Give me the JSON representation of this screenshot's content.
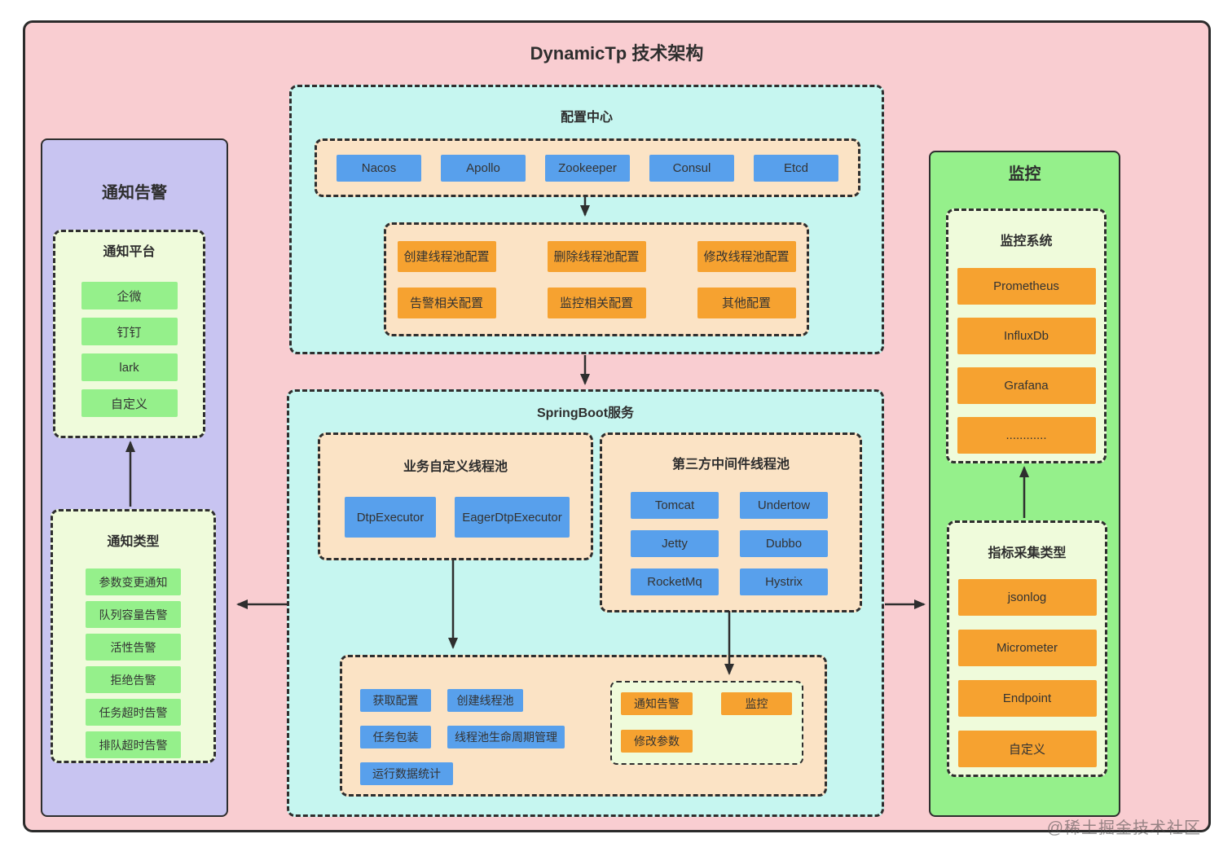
{
  "diagram": {
    "title": "DynamicTp 技术架构",
    "watermark": "@稀土掘金技术社区"
  },
  "notify_panel": {
    "title": "通知告警",
    "platforms": {
      "title": "通知平台",
      "items": [
        "企微",
        "钉钉",
        "lark",
        "自定义"
      ]
    },
    "types": {
      "title": "通知类型",
      "items": [
        "参数变更通知",
        "队列容量告警",
        "活性告警",
        "拒绝告警",
        "任务超时告警",
        "排队超时告警"
      ]
    }
  },
  "config_center": {
    "title": "配置中心",
    "registries": [
      "Nacos",
      "Apollo",
      "Zookeeper",
      "Consul",
      "Etcd"
    ],
    "operations": [
      "创建线程池配置",
      "删除线程池配置",
      "修改线程池配置",
      "告警相关配置",
      "监控相关配置",
      "其他配置"
    ]
  },
  "springboot": {
    "title": "SpringBoot服务",
    "custom_pool": {
      "title": "业务自定义线程池",
      "items": [
        "DtpExecutor",
        "EagerDtpExecutor"
      ]
    },
    "middleware_pool": {
      "title": "第三方中间件线程池",
      "items": [
        "Tomcat",
        "Undertow",
        "Jetty",
        "Dubbo",
        "RocketMq",
        "Hystrix"
      ]
    },
    "core_functions": [
      "获取配置",
      "创建线程池",
      "任务包装",
      "线程池生命周期管理",
      "运行数据统计"
    ],
    "actions": [
      "通知告警",
      "监控",
      "修改参数"
    ]
  },
  "monitor_panel": {
    "title": "监控",
    "systems": {
      "title": "监控系统",
      "items": [
        "Prometheus",
        "InfluxDb",
        "Grafana",
        "............"
      ]
    },
    "collect_types": {
      "title": "指标采集类型",
      "items": [
        "jsonlog",
        "Micrometer",
        "Endpoint",
        "自定义"
      ]
    }
  },
  "colors": {
    "canvas_pink": "#f9cdd1",
    "panel_purple": "#c8c4f1",
    "panel_green": "#95f08b",
    "box_cyan": "#c6f6f0",
    "box_peach": "#fbe3c5",
    "box_lightgreen": "#effbdb",
    "node_blue": "#58a0ec",
    "node_orange": "#f6a230",
    "node_green": "#95f08b",
    "line_dark": "#2e2e2e"
  }
}
